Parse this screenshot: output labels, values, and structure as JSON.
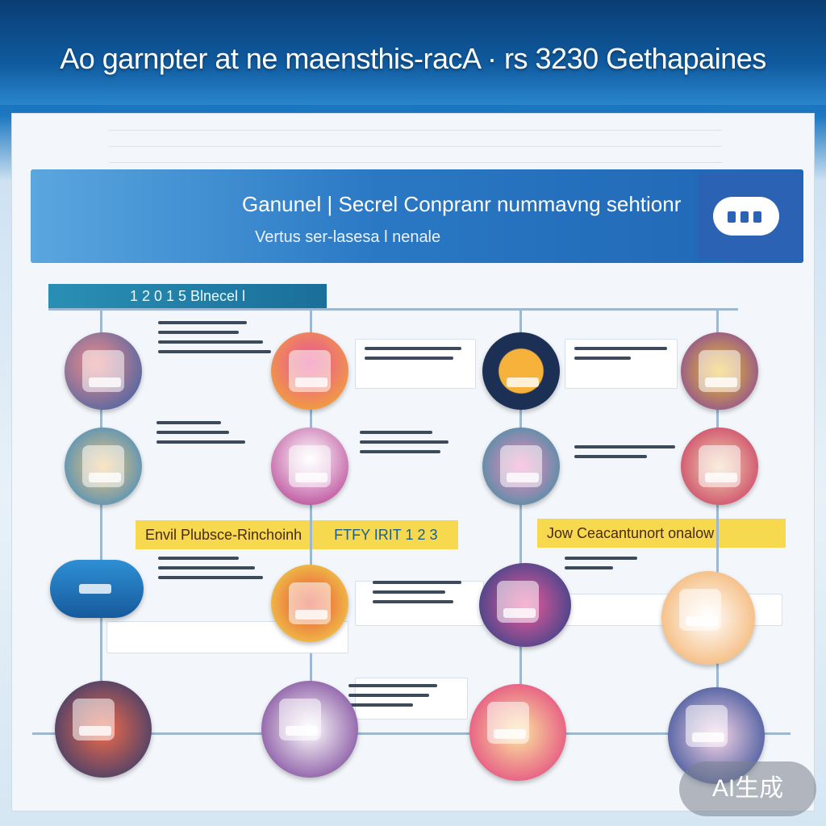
{
  "header": {
    "title": "Ao garnpter at ne maensthis-racA · rs 3230 Gethapaines"
  },
  "banner": {
    "title": "Ganunel | Secrel Conpranr nummavng sehtionr",
    "subtitle": "Vertus ser-lasesa l nenale"
  },
  "sections": {
    "section_one": "1 2 0 1 5 Blnecel l",
    "section_two": "Envil Plubsce-Rinchoinh",
    "section_two_tag": "FTFY IRIT 1 2 3",
    "section_three": "Jow Ceacantunort onalow"
  },
  "badge": {
    "label": "AI生成"
  },
  "colors": {
    "header_bg": "#0f5a9e",
    "banner_bg": "#2a78c4",
    "section_teal": "#1a7fa8",
    "section_yellow": "#f6d94e",
    "line": "#9db8d0"
  }
}
